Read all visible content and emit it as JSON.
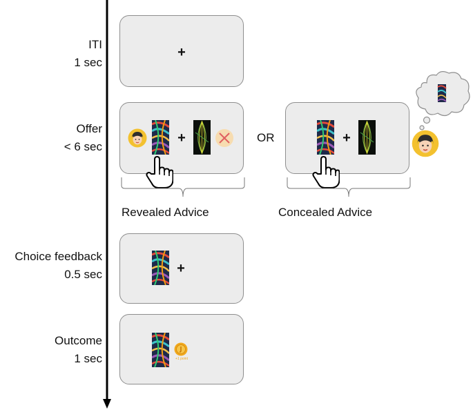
{
  "stages": [
    {
      "name": "ITI",
      "duration": "1 sec"
    },
    {
      "name": "Offer",
      "duration": "< 6 sec"
    },
    {
      "name": "Choice feedback",
      "duration": "0.5 sec"
    },
    {
      "name": "Outcome",
      "duration": "1 sec"
    }
  ],
  "screens": {
    "iti": {
      "symbol": "+"
    },
    "offer_revealed": {
      "separator": "+",
      "caption": "Revealed Advice"
    },
    "offer_concealed": {
      "separator": "+",
      "caption": "Concealed Advice"
    },
    "choice_feedback": {
      "symbol": "+"
    }
  },
  "connector": "OR",
  "outcome": {
    "coin_text": "+1 point"
  },
  "colors": {
    "screen_fill": "#ececec",
    "screen_border": "#8e8e8e",
    "coin": "#f0a81c",
    "cross_circle": "#f7dcb0",
    "cross": "#e06060"
  },
  "icons": [
    "abstract-painting-icon",
    "green-abstract-icon",
    "advisor-face-icon",
    "pointing-hand-icon",
    "thought-bubble-icon",
    "coin-icon",
    "cross-icon"
  ]
}
